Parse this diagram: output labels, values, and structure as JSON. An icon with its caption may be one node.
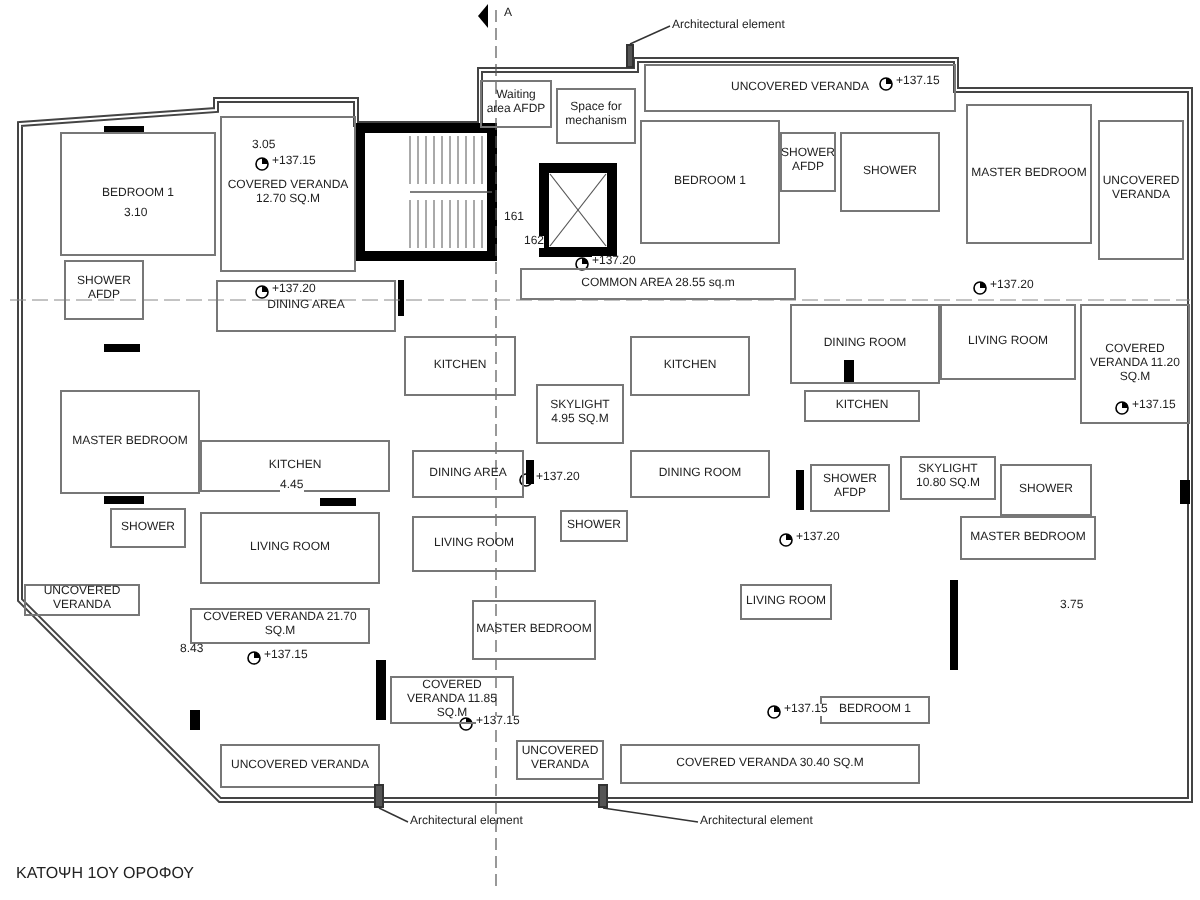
{
  "diagram": {
    "caption": "ΚΑΤΟΨΗ 1ΟΥ ΟΡΟΦΟΥ",
    "nodes": [
      {
        "text": [
          "BEDROOM 1"
        ]
      },
      {
        "text": [
          "COVERED VERANDA 12.70 SQ.M"
        ]
      },
      {
        "text": [
          "Waiting area AFDP"
        ]
      },
      {
        "text": [
          "Space for mechanism"
        ]
      },
      {
        "text": [
          "UNCOVERED VERANDA"
        ]
      },
      {
        "text": [
          "BEDROOM 1"
        ]
      },
      {
        "text": [
          "SHOWER AFDP"
        ]
      },
      {
        "text": [
          "SHOWER"
        ]
      },
      {
        "text": [
          "MASTER BEDROOM"
        ]
      },
      {
        "text": [
          "UNCOVERED VERANDA"
        ]
      },
      {
        "text": [
          "SHOWER AFDP"
        ]
      },
      {
        "text": [
          "DINING AREA"
        ]
      },
      {
        "text": [
          "COMMON AREA 28.55 sq.m"
        ]
      },
      {
        "text": [
          "DINING ROOM"
        ]
      },
      {
        "text": [
          "LIVING ROOM"
        ]
      },
      {
        "text": [
          "COVERED VERANDA 11.20 SQ.M"
        ]
      },
      {
        "text": [
          "KITCHEN"
        ]
      },
      {
        "text": [
          "SKYLIGHT 4.95 SQ.M"
        ]
      },
      {
        "text": [
          "KITCHEN"
        ]
      },
      {
        "text": [
          "MASTER BEDROOM"
        ]
      },
      {
        "text": [
          "KITCHEN"
        ]
      },
      {
        "text": [
          "DINING AREA"
        ]
      },
      {
        "text": [
          "DINING ROOM"
        ]
      },
      {
        "text": [
          "KITCHEN"
        ]
      },
      {
        "text": [
          "SHOWER"
        ]
      },
      {
        "text": [
          "LIVING ROOM"
        ]
      },
      {
        "text": [
          "LIVING ROOM"
        ]
      },
      {
        "text": [
          "SHOWER"
        ]
      },
      {
        "text": [
          "SHOWER AFDP"
        ]
      },
      {
        "text": [
          "SKYLIGHT 10.80 SQ.M"
        ]
      },
      {
        "text": [
          "SHOWER"
        ]
      },
      {
        "text": [
          "MASTER BEDROOM"
        ]
      },
      {
        "text": [
          "LIVING ROOM"
        ]
      },
      {
        "text": [
          "MASTER BEDROOM"
        ]
      },
      {
        "text": [
          "UNCOVERED VERANDA"
        ]
      },
      {
        "text": [
          "COVERED VERANDA 21.70 SQ.M"
        ],
        "beside": [
          "+137.15"
        ]
      },
      {
        "text": [
          "COVERED VERANDA 11.85 SQ.M"
        ]
      },
      {
        "text": [
          "BEDROOM 1"
        ]
      },
      {
        "text": [
          "UNCOVERED VERANDA"
        ]
      },
      {
        "text": [
          "UNCOVERED VERANDA"
        ]
      },
      {
        "text": [
          "COVERED VERANDA 30.40 SQ.M"
        ]
      },
      {
        "text": [
          "Architectural element"
        ]
      },
      {
        "text": [
          "Architectural element"
        ]
      },
      {
        "text": [
          "Architectural element"
        ]
      },
      {
        "text": [],
        "shape": "bar"
      },
      {
        "text": [],
        "shape": "bar"
      },
      {
        "text": [],
        "shape": "bar"
      }
    ],
    "edges": [
      {
        "from": 41,
        "to": 46,
        "arrow": "none"
      },
      {
        "from": 42,
        "to": 44,
        "arrow": "none"
      },
      {
        "from": 43,
        "to": 45,
        "arrow": "none"
      }
    ],
    "labels": [
      "A",
      "+137.15",
      "+137.20",
      "+137.20",
      "+137.15",
      "+137.20",
      "+137.15",
      "+137.20",
      "+137.20",
      "+137.15",
      "+137.15",
      "3.05",
      "3.10",
      "4.45",
      "3.75",
      "8.43",
      "161",
      "162"
    ]
  }
}
